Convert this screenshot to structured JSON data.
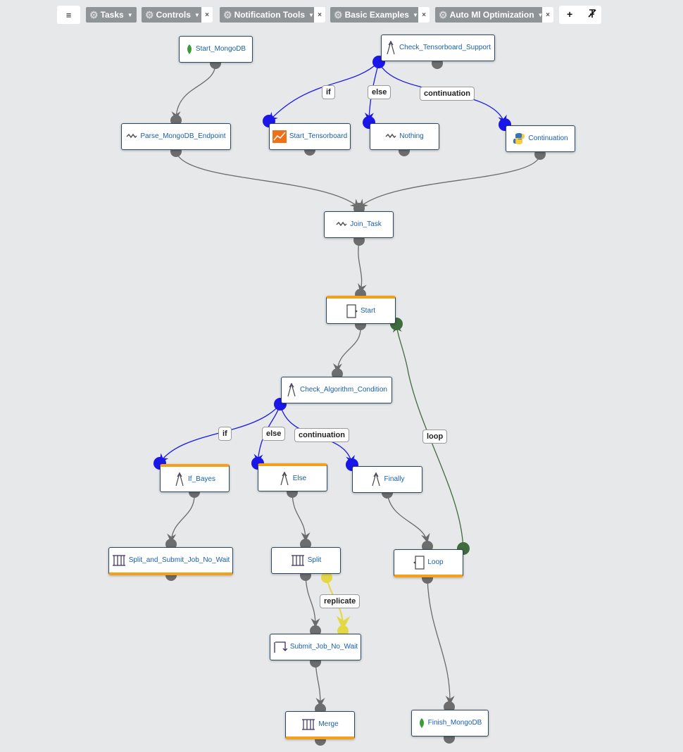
{
  "toolbar": {
    "menu_icon": "hamburger-icon",
    "menus": [
      {
        "label": "Tasks",
        "closable": false
      },
      {
        "label": "Controls",
        "closable": true
      },
      {
        "label": "Notification Tools",
        "closable": true
      },
      {
        "label": "Basic Examples",
        "closable": true
      },
      {
        "label": "Auto Ml Optimization",
        "closable": true
      }
    ],
    "add_label": "+",
    "close_symbol": "×",
    "pin_icon": "pin-icon"
  },
  "nodes": {
    "start_mongodb": {
      "label": "Start_MongoDB",
      "icon": "mongodb-leaf-icon"
    },
    "check_tensorboard": {
      "label": "Check_Tensorboard_Support",
      "icon": "branch-icon"
    },
    "parse_mongodb": {
      "label": "Parse_MongoDB_Endpoint",
      "icon": "script-icon"
    },
    "start_tensorboard": {
      "label": "Start_Tensorboard",
      "icon": "tensorboard-icon"
    },
    "nothing": {
      "label": "Nothing",
      "icon": "script-icon"
    },
    "continuation": {
      "label": "Continuation",
      "icon": "python-icon"
    },
    "join_task": {
      "label": "Join_Task",
      "icon": "script-icon"
    },
    "start": {
      "label": "Start",
      "icon": "loop-start-icon"
    },
    "check_algorithm": {
      "label": "Check_Algorithm_Condition",
      "icon": "branch-icon"
    },
    "if_bayes": {
      "label": "If_Bayes",
      "icon": "branch-icon"
    },
    "else": {
      "label": "Else",
      "icon": "branch-icon"
    },
    "finally": {
      "label": "Finally",
      "icon": "branch-icon"
    },
    "split_submit": {
      "label": "Split_and_Submit_Job_No_Wait",
      "icon": "split-icon"
    },
    "split": {
      "label": "Split",
      "icon": "split-icon"
    },
    "loop": {
      "label": "Loop",
      "icon": "loop-icon"
    },
    "submit_job": {
      "label": "Submit_Job_No_Wait",
      "icon": "submit-icon"
    },
    "merge": {
      "label": "Merge",
      "icon": "merge-icon"
    },
    "finish_mongodb": {
      "label": "Finish_MongoDB",
      "icon": "mongodb-leaf-icon"
    }
  },
  "edge_labels": {
    "if_1": "if",
    "else_1": "else",
    "continuation_1": "continuation",
    "if_2": "if",
    "else_2": "else",
    "continuation_2": "continuation",
    "loop": "loop",
    "replicate": "replicate"
  },
  "colors": {
    "background": "#e6e8ea",
    "node_border": "#2d4662",
    "node_text": "#1a5fa8",
    "port_gray": "#6d6d6d",
    "branch_blue": "#1a17e8",
    "loop_green": "#3f6b3f",
    "replicate_yellow": "#e4d744",
    "highlight_orange": "#f5a01a"
  }
}
